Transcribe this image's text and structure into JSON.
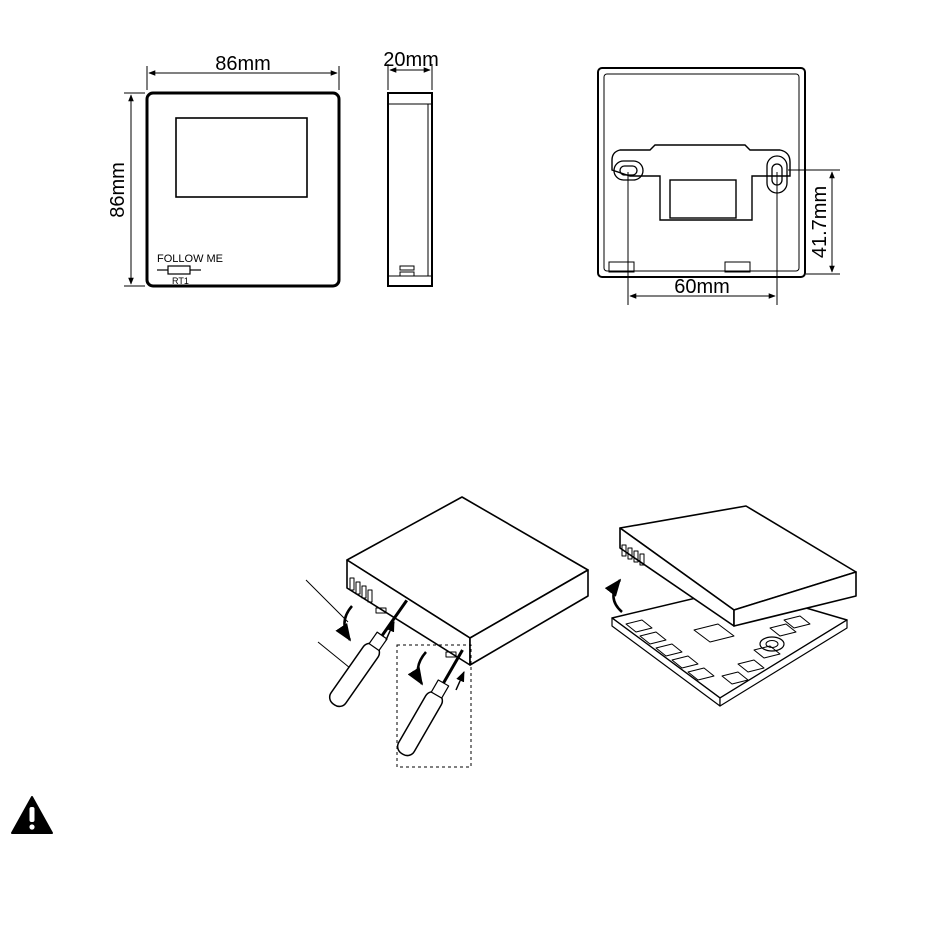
{
  "dimensions": {
    "front_width": "86mm",
    "front_height": "86mm",
    "depth": "20mm",
    "hole_spacing": "60mm",
    "hole_height": "41.7mm"
  },
  "front_panel": {
    "sensor_label": "FOLLOW ME",
    "sensor_code": "RT1"
  },
  "warning": {
    "icon": "warning-triangle-icon"
  }
}
